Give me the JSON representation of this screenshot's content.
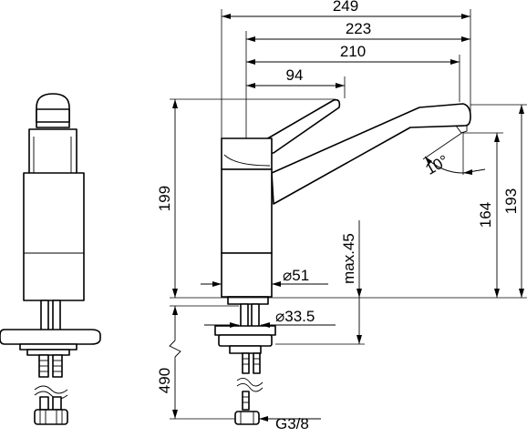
{
  "dimensions": {
    "overall_reach": "249",
    "spout_axis_reach": "223",
    "aerator_reach": "210",
    "lever_length": "94",
    "total_height": "199",
    "outlet_height": "164",
    "top_height": "193",
    "body_diameter": "⌀51",
    "hole_diameter": "⌀33.5",
    "max_deck_thickness": "max.45",
    "hose_length": "490",
    "connection_thread": "G3/8",
    "spout_angle": "10°"
  }
}
